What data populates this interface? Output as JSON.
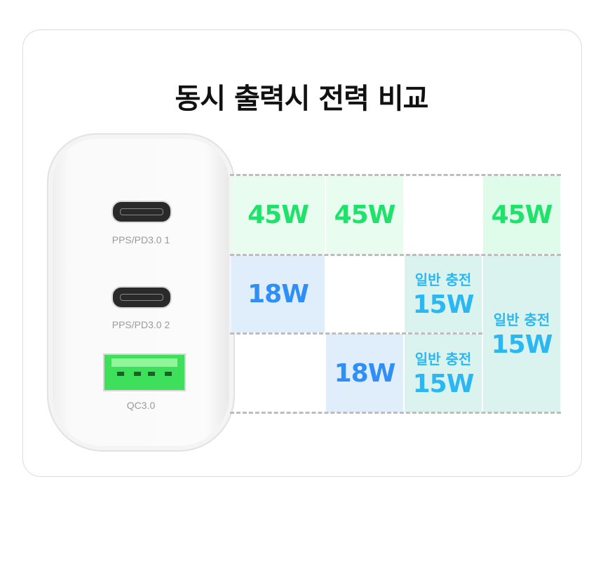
{
  "title": "동시 출력시 전력 비교",
  "ports": [
    {
      "label": "PPS/PD3.0 1"
    },
    {
      "label": "PPS/PD3.0 2"
    },
    {
      "label": "QC3.0"
    }
  ],
  "table": {
    "c1r1": "45W",
    "c1r2": "18W",
    "c2r1": "45W",
    "c2r3": "18W",
    "c3r2_label": "일반 충전",
    "c3r2": "15W",
    "c3r3_label": "일반 충전",
    "c3r3": "15W",
    "c4r1": "45W",
    "c4r23_label": "일반 충전",
    "c4r23": "15W"
  },
  "colors": {
    "green": "#1ee26a",
    "blue": "#2f8ff7",
    "teal": "#2ab8f5"
  }
}
